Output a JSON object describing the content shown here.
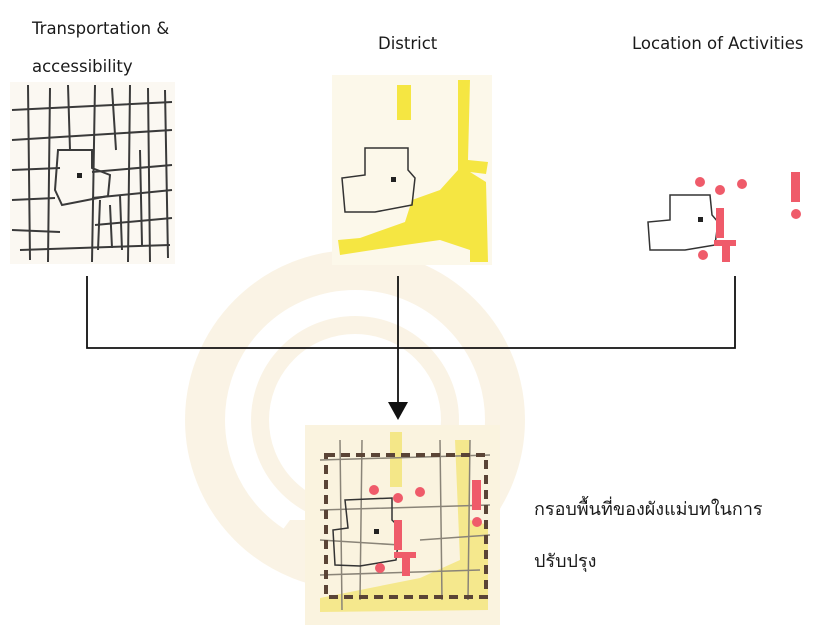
{
  "labels": {
    "transport": "Transportation & accessibility",
    "district": "District",
    "activities": "Location of Activities",
    "caption": "กรอบพื้นที่ของผังแม่บทในการปรับปรุง"
  },
  "colors": {
    "line": "#3a3a3a",
    "district_fill": "#f5e642",
    "activity_fill": "#ef5b6a",
    "frame": "#5a4436",
    "watermark": "#f3e3b8"
  }
}
